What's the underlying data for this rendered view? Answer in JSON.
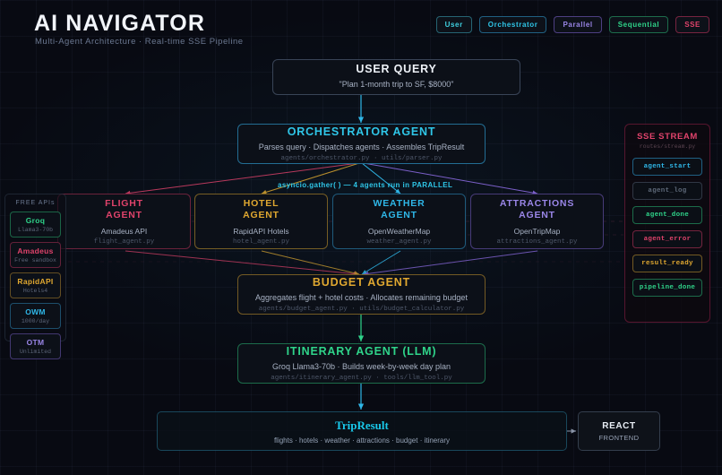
{
  "header": {
    "title": "AI NAVIGATOR",
    "subtitle": "Multi-Agent Architecture  ·  Real-time SSE Pipeline"
  },
  "legend": [
    {
      "label": "User",
      "color": "#3fd0e0",
      "border": "rgba(60,170,190,.55)"
    },
    {
      "label": "Orchestrator",
      "color": "#2fc6e8",
      "border": "rgba(45,150,200,.6)"
    },
    {
      "label": "Parallel",
      "color": "#9a86e8",
      "border": "rgba(120,95,200,.6)"
    },
    {
      "label": "Sequential",
      "color": "#2fd48a",
      "border": "rgba(40,170,110,.6)"
    },
    {
      "label": "SSE",
      "color": "#e0436b",
      "border": "rgba(190,50,90,.6)"
    }
  ],
  "user_query": {
    "title": "USER QUERY",
    "detail": "\"Plan 1-month trip to SF, $8000\"",
    "color": "#eef2f8",
    "border": "rgba(95,112,140,.55)"
  },
  "orchestrator": {
    "title": "ORCHESTRATOR AGENT",
    "detail": "Parses query  ·  Dispatches agents  ·  Assembles TripResult",
    "files": "agents/orchestrator.py  ·  utils/parser.py",
    "color": "#2fc6e8",
    "border": "rgba(45,150,200,.7)"
  },
  "parallel_label": "asyncio.gather( )  —  4 agents run in PARALLEL",
  "agents": [
    {
      "title": "FLIGHT\nAGENT",
      "title1": "FLIGHT",
      "title2": "AGENT",
      "detail": "Amadeus API",
      "file": "flight_agent.py",
      "color": "#e0436b",
      "border": "rgba(185,50,90,.55)"
    },
    {
      "title1": "HOTEL",
      "title2": "AGENT",
      "detail": "RapidAPI Hotels",
      "file": "hotel_agent.py",
      "color": "#e0a830",
      "border": "rgba(190,145,45,.6)"
    },
    {
      "title1": "WEATHER",
      "title2": "AGENT",
      "detail": "OpenWeatherMap",
      "file": "weather_agent.py",
      "color": "#2fb7e8",
      "border": "rgba(45,140,190,.6)"
    },
    {
      "title1": "ATTRACTIONS",
      "title2": "AGENT",
      "detail": "OpenTripMap",
      "file": "attractions_agent.py",
      "color": "#9a86e8",
      "border": "rgba(120,95,200,.55)"
    }
  ],
  "budget": {
    "title": "BUDGET AGENT",
    "detail": "Aggregates flight + hotel costs  ·  Allocates remaining budget",
    "files": "agents/budget_agent.py  ·  utils/budget_calculator.py",
    "color": "#e0a830",
    "border": "rgba(185,140,45,.6)"
  },
  "itinerary": {
    "title": "ITINERARY AGENT  (LLM)",
    "detail": "Groq Llama3-70b  ·  Builds week-by-week day plan",
    "files": "agents/itinerary_agent.py  ·  tools/llm_tool.py",
    "color": "#2fd48a",
    "border": "rgba(40,170,110,.6)"
  },
  "apis": {
    "heading": "FREE APIs",
    "items": [
      {
        "name": "Groq",
        "value": "Llama3-70b",
        "color": "#2fd48a",
        "border": "rgba(40,170,110,.55)"
      },
      {
        "name": "Amadeus",
        "value": "Free sandbox",
        "color": "#e0436b",
        "border": "rgba(185,50,90,.5)"
      },
      {
        "name": "RapidAPI",
        "value": "Hotels4",
        "color": "#e0a830",
        "border": "rgba(185,140,45,.5)"
      },
      {
        "name": "OWM",
        "value": "1000/day",
        "color": "#2fb7e8",
        "border": "rgba(45,140,190,.5)"
      },
      {
        "name": "OTM",
        "value": "Unlimited",
        "color": "#9a86e8",
        "border": "rgba(120,95,200,.5)"
      }
    ]
  },
  "sse": {
    "heading": "SSE STREAM",
    "file": "routes/stream.py",
    "events": [
      {
        "label": "agent_start",
        "color": "#2fb7e8",
        "border": "rgba(45,140,190,.65)"
      },
      {
        "label": "agent_log",
        "color": "#5d6878",
        "border": "rgba(85,95,115,.5)"
      },
      {
        "label": "agent_done",
        "color": "#2fd48a",
        "border": "rgba(40,170,110,.6)"
      },
      {
        "label": "agent_error",
        "color": "#e0436b",
        "border": "rgba(185,50,90,.6)"
      },
      {
        "label": "result_ready",
        "color": "#e0a830",
        "border": "rgba(185,140,45,.6)"
      },
      {
        "label": "pipeline_done",
        "color": "#2fd48a",
        "border": "rgba(40,170,110,.6)"
      }
    ]
  },
  "trip_result": {
    "title": "TripResult",
    "detail": "flights · hotels · weather · attractions · budget · itinerary"
  },
  "react": {
    "title": "REACT",
    "subtitle": "FRONTEND"
  }
}
